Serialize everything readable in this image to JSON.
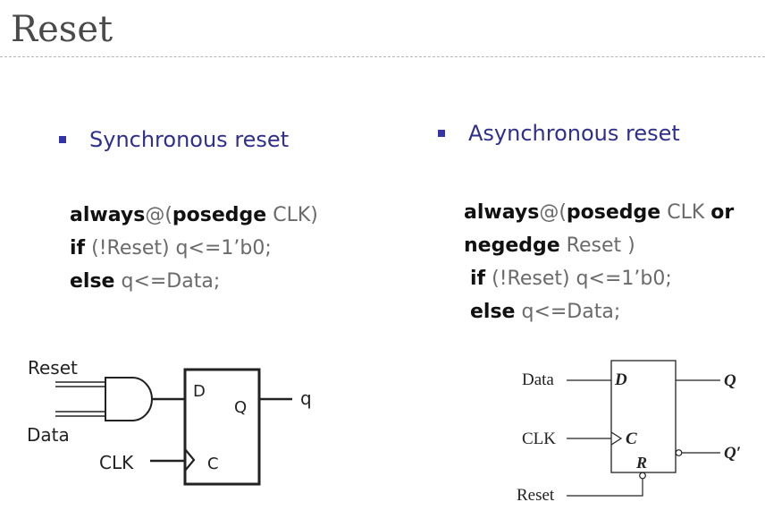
{
  "slide": {
    "title": "Reset"
  },
  "sync": {
    "heading": "Synchronous reset",
    "code": {
      "l1_kw1": "always",
      "l1_t1": "@(",
      "l1_kw2": "posedge",
      "l1_t2": " CLK)",
      "l2_kw1": "if",
      "l2_t1": " (!Reset) q<=1’b0;",
      "l3_kw1": "else",
      "l3_t1": " q<=Data;"
    },
    "diagram": {
      "reset_label": "Reset",
      "data_label": "Data",
      "clk_label": "CLK",
      "d_pin": "D",
      "q_pin": "Q",
      "c_pin": "C",
      "q_out": "q"
    }
  },
  "async": {
    "heading": "Asynchronous reset",
    "code": {
      "l1_kw1": "always",
      "l1_t1": "@(",
      "l1_kw2": "posedge",
      "l1_t2": " CLK ",
      "l1_kw3": "or",
      "l2_kw1": "negedge",
      "l2_t1": " Reset )",
      "l3_pad": " ",
      "l3_kw1": "if",
      "l3_t1": " (!Reset) q<=1’b0;",
      "l4_pad": " ",
      "l4_kw1": "else",
      "l4_t1": " q<=Data;"
    },
    "diagram": {
      "data_label": "Data",
      "clk_label": "CLK",
      "reset_label": "Reset",
      "d_pin": "D",
      "c_pin": "C",
      "r_pin": "R",
      "q_out": "Q",
      "qbar_out": "Q′"
    }
  },
  "colors": {
    "bullet": "#3434a8",
    "heading_text": "#2f2f8f",
    "keyword": "#111111",
    "code_text": "#6a6a6a"
  }
}
